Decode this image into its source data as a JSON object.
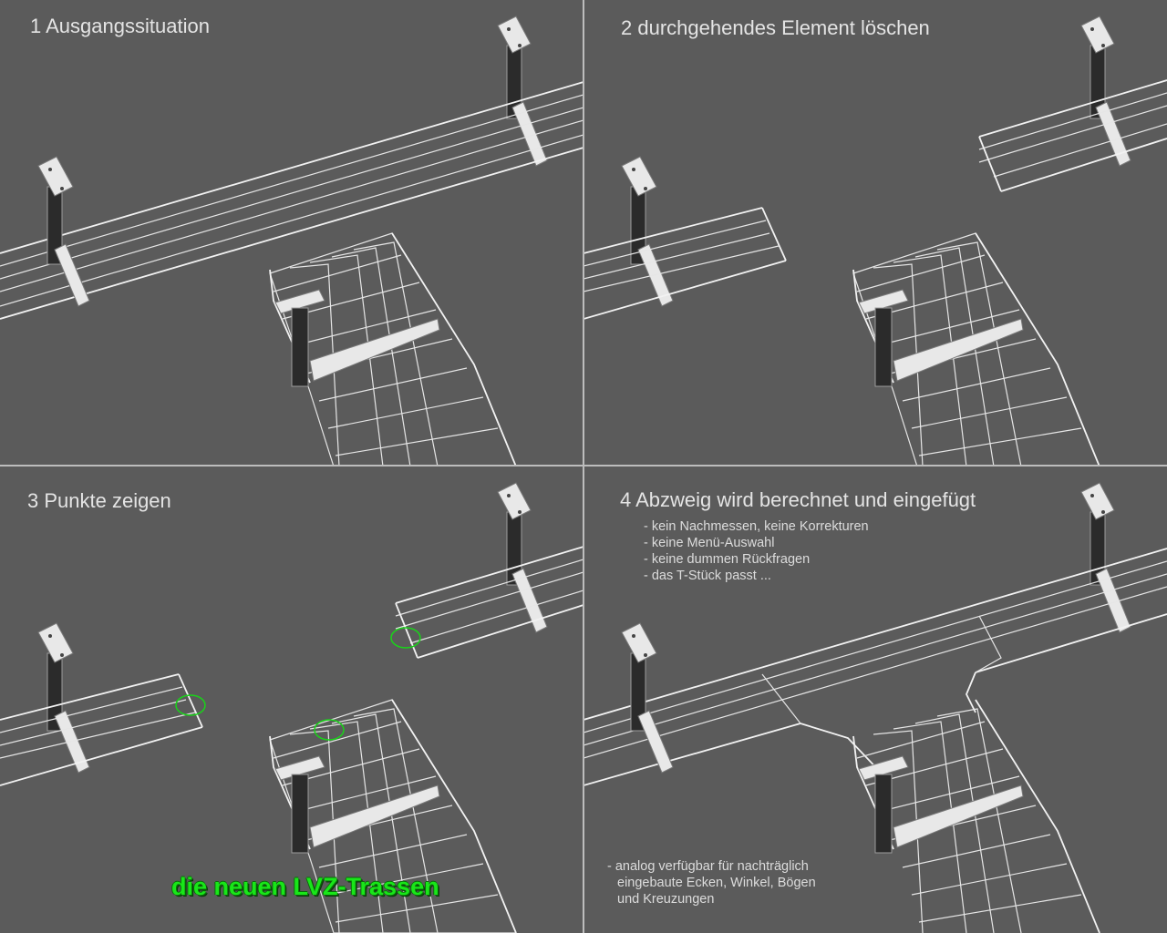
{
  "panels": [
    {
      "id": "p1",
      "title": "1 Ausgangssituation"
    },
    {
      "id": "p2",
      "title": "2 durchgehendes Element löschen"
    },
    {
      "id": "p3",
      "title": "3 Punkte zeigen"
    },
    {
      "id": "p4",
      "title": "4 Abzweig wird berechnet und eingefügt"
    }
  ],
  "panel4_bullets": [
    "- kein Nachmessen, keine Korrekturen",
    "- keine Menü-Auswahl",
    "- keine dummen Rückfragen",
    "- das T-Stück passt ..."
  ],
  "panel4_footnote": [
    "- analog verfügbar für nachträglich",
    "eingebaute Ecken, Winkel, Bögen",
    "und Kreuzungen"
  ],
  "slogan": "die neuen LVZ-Trassen",
  "colors": {
    "background": "#5b5b5b",
    "title_text": "#e4e4e4",
    "slogan": "#19e619",
    "marker_circles": "#19d419"
  }
}
